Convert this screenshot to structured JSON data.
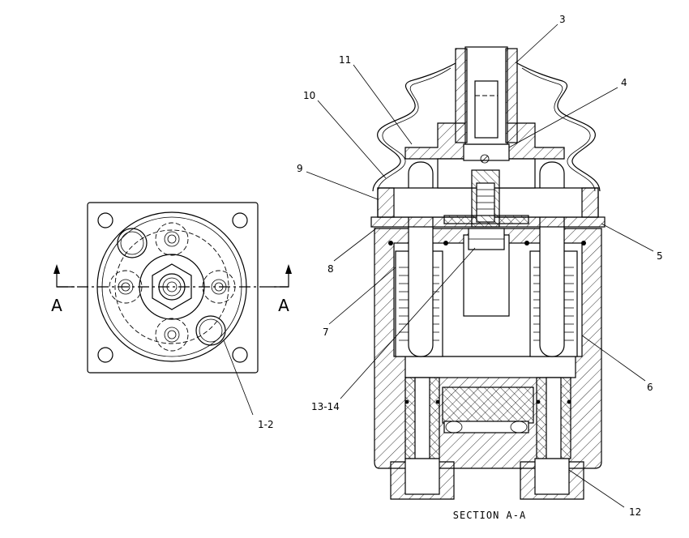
{
  "callouts": {
    "c1_2": "1-2",
    "c3": "3",
    "c4": "4",
    "c5": "5",
    "c6": "6",
    "c7": "7",
    "c8": "8",
    "c9": "9",
    "c10": "10",
    "c11": "11",
    "c12": "12",
    "c13_14": "13-14"
  },
  "section_markers": {
    "left": "A",
    "right": "A"
  },
  "caption": "SECTION A-A"
}
